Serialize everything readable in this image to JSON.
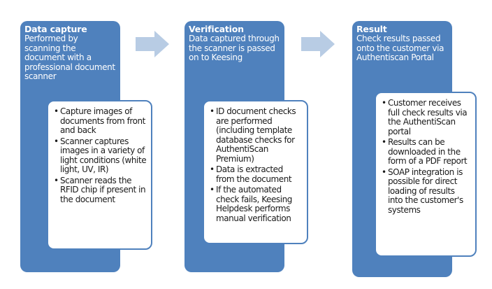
{
  "colors": {
    "stage_fill": "#4f81bd",
    "arrow_fill": "#b8cce4",
    "card_border": "#4f81bd",
    "card_text": "#1a1a1a"
  },
  "stages": [
    {
      "title": "Data capture",
      "description": "Performed by scanning the document with a professional document scanner",
      "bullets": [
        "Capture images of documents from front and back",
        "Scanner captures images in a variety of light conditions (white light, UV, IR)",
        "Scanner reads the RFID chip if present in the document"
      ]
    },
    {
      "title": "Verification",
      "description": "Data captured through the scanner is passed on to Keesing",
      "bullets": [
        "ID document checks are performed (including template database checks for AuthentiScan Premium)",
        "Data is extracted from the document",
        "If the automated check fails, Keesing Helpdesk performs manual verification"
      ]
    },
    {
      "title": "Result",
      "description": "Check results passed onto the customer via Authentiscan Portal",
      "bullets": [
        "Customer receives full check results via the AuthentiScan portal",
        "Results can be downloaded in the form of a PDF report",
        "SOAP integration is possible for direct loading of results into the customer's systems"
      ]
    }
  ]
}
